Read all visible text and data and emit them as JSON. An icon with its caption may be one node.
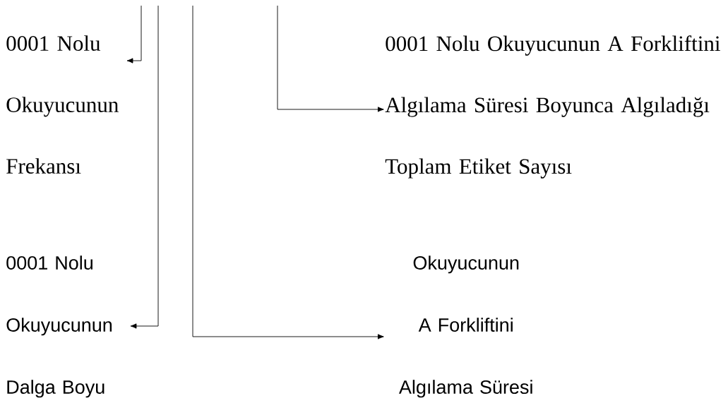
{
  "diagram": {
    "nodes": [
      {
        "text": [
          "0001 Nolu Okuyucunun Frekansı"
        ]
      },
      {
        "text": [
          "0001 Nolu Okuyucunun A Forkliftini Algılama Süresi Boyunca Algıladığı Toplam Etiket Sayısı"
        ]
      },
      {
        "text": [
          "0001 Nolu Okuyucunun Dalga Boyu"
        ]
      },
      {
        "text": [
          "Okuyucunun A Forkliftini Algılama Süresi"
        ]
      }
    ],
    "edges": [
      {
        "from": null,
        "to": 0,
        "arrow": "to"
      },
      {
        "from": null,
        "to": 2,
        "arrow": "to"
      },
      {
        "from": null,
        "to": 3,
        "arrow": "to"
      },
      {
        "from": null,
        "to": 1,
        "arrow": "to"
      }
    ]
  }
}
